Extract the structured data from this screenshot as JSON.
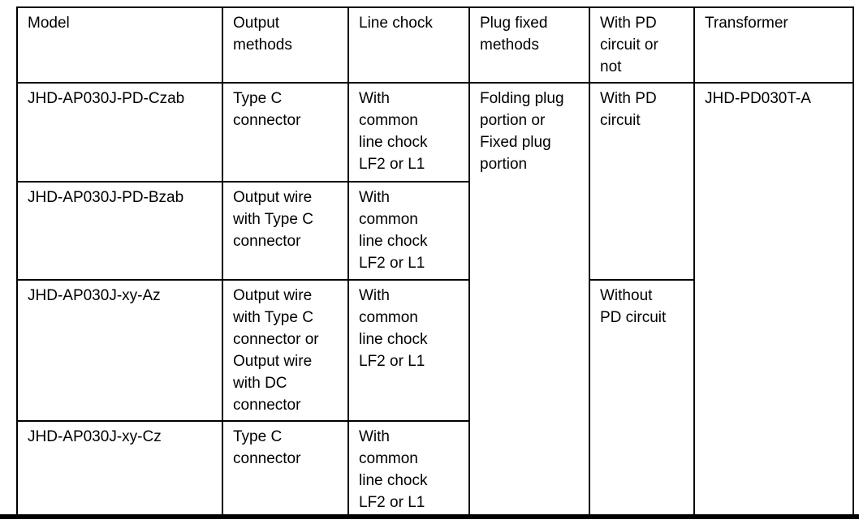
{
  "table": {
    "columns": [
      "Model",
      "Output\nmethods",
      "Line chock",
      "Plug fixed\nmethods",
      "With PD\ncircuit or\nnot",
      "Transformer"
    ],
    "rows": [
      {
        "model": "JHD-AP030J-PD-Czab",
        "output_methods": "Type C\nconnector",
        "line_chock": "With\ncommon\nline chock\nLF2 or L1"
      },
      {
        "model": "JHD-AP030J-PD-Bzab",
        "output_methods": "Output wire\nwith Type C\nconnector",
        "line_chock": "With\ncommon\nline chock\nLF2 or L1"
      },
      {
        "model": "JHD-AP030J-xy-Az",
        "output_methods": "Output wire\nwith Type C\nconnector or\nOutput wire\nwith DC\nconnector",
        "line_chock": "With\ncommon\nline chock\nLF2 or L1"
      },
      {
        "model": "JHD-AP030J-xy-Cz",
        "output_methods": "Type C\nconnector",
        "line_chock": "With\ncommon\nline chock\nLF2 or L1"
      }
    ],
    "plug_fixed_methods": "Folding plug\nportion or\nFixed plug\nportion",
    "pd_circuit": {
      "with": "With PD\ncircuit",
      "without": "Without\nPD circuit"
    },
    "transformer": "JHD-PD030T-A"
  },
  "colors": {
    "border": "#000000",
    "text": "#000000",
    "background": "#ffffff"
  }
}
